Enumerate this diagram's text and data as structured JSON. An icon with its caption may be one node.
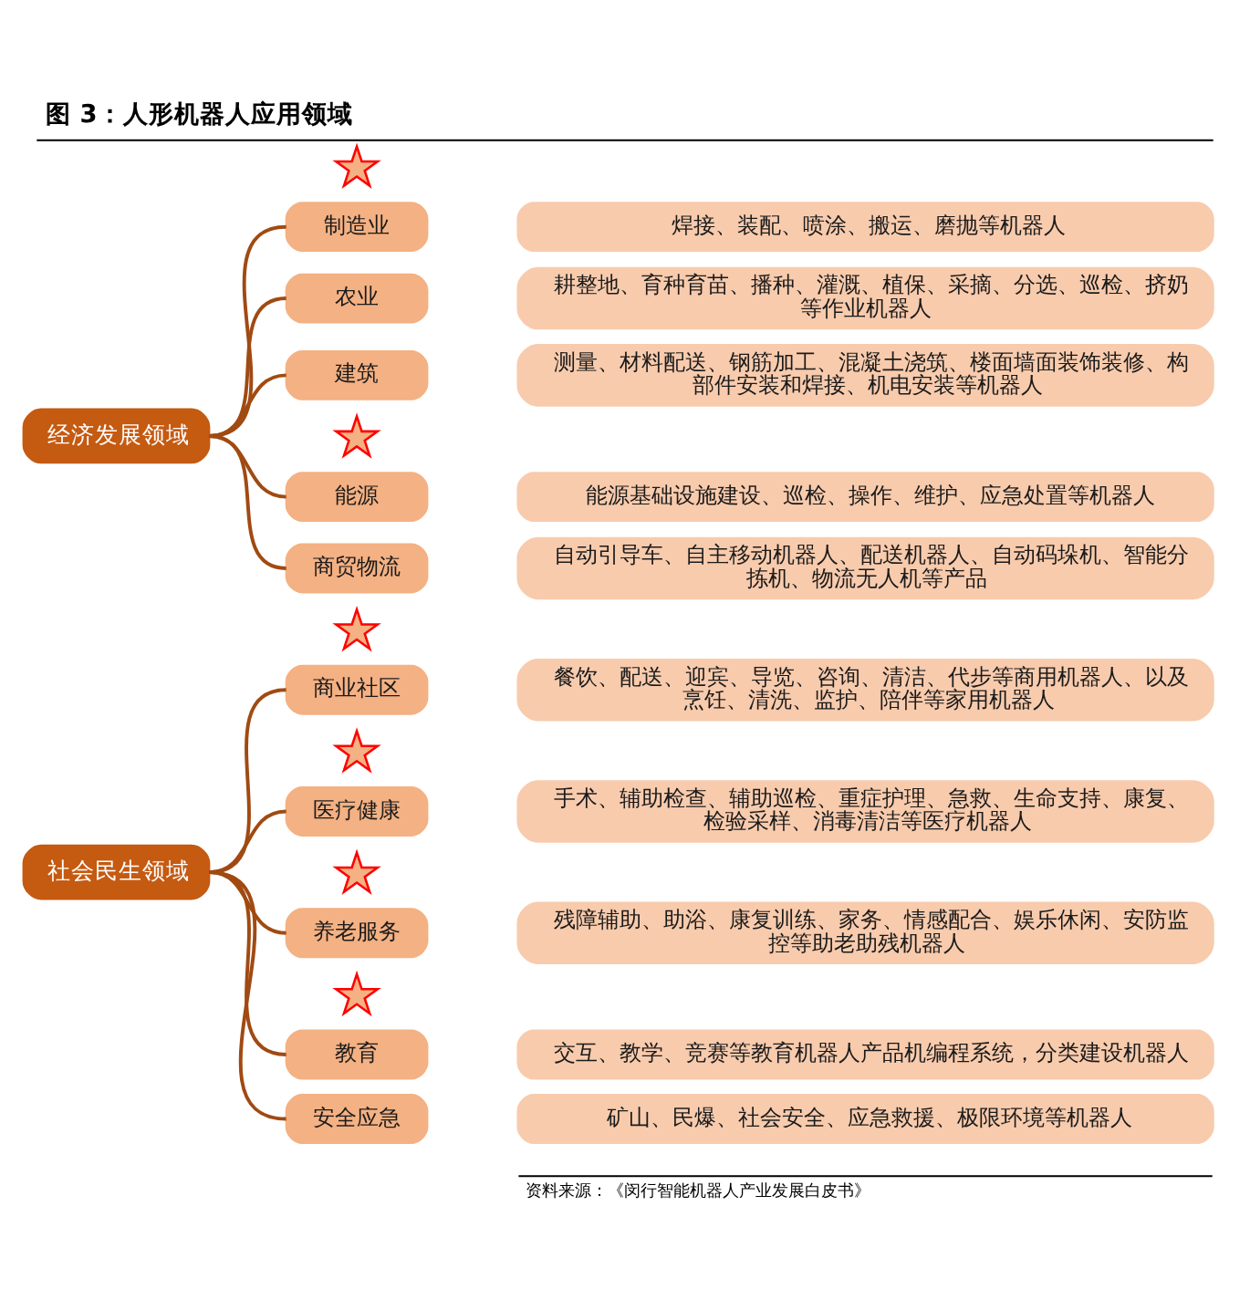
{
  "diagram": {
    "title": "图 3：人形机器人应用领域",
    "nodes": [
      {
        "text": [
          "经济发展领域"
        ]
      },
      {
        "text": [],
        "shape": "star"
      },
      {
        "text": [
          "制造业"
        ]
      },
      {
        "text": [
          "焊接、装配、喷涂、搬运、磨抛等机器人"
        ]
      },
      {
        "text": [
          "农业"
        ]
      },
      {
        "text": [
          "耕整地、育种育苗、播种、灌溉、植保、采摘、分选、巡检、挤奶等作业机器人"
        ]
      },
      {
        "text": [
          "建筑"
        ]
      },
      {
        "text": [
          "测量、材料配送、钢筋加工、混凝土浇筑、楼面墙面装饰装修、构部件安装和焊接、机电安装等机器人"
        ]
      },
      {
        "text": [],
        "shape": "star"
      },
      {
        "text": [
          "能源"
        ]
      },
      {
        "text": [
          "能源基础设施建设、巡检、操作、维护、应急处置等机器人"
        ]
      },
      {
        "text": [
          "商贸物流"
        ]
      },
      {
        "text": [
          "自动引导车、自主移动机器人、配送机器人、自动码垛机、智能分拣机、物流无人机等产品"
        ]
      },
      {
        "text": [
          "社会民生领域"
        ]
      },
      {
        "text": [],
        "shape": "star"
      },
      {
        "text": [
          "商业社区"
        ]
      },
      {
        "text": [
          "餐饮、配送、迎宾、导览、咨询、清洁、代步等商用机器人、以及烹饪、清洗、监护、陪伴等家用机器人"
        ]
      },
      {
        "text": [],
        "shape": "star"
      },
      {
        "text": [
          "医疗健康"
        ]
      },
      {
        "text": [
          "手术、辅助检查、辅助巡检、重症护理、急救、生命支持、康复、检验采样、消毒清洁等医疗机器人"
        ]
      },
      {
        "text": [],
        "shape": "star"
      },
      {
        "text": [
          "养老服务"
        ]
      },
      {
        "text": [
          "残障辅助、助浴、康复训练、家务、情感配合、娱乐休闲、安防监控等助老助残机器人"
        ]
      },
      {
        "text": [],
        "shape": "star"
      },
      {
        "text": [
          "教育"
        ]
      },
      {
        "text": [
          "交互、教学、竞赛等教育机器人产品机编程系统，分类建设机器人"
        ]
      },
      {
        "text": [
          "安全应急"
        ]
      },
      {
        "text": [
          "矿山、民爆、社会安全、应急救援、极限环境等机器人"
        ]
      }
    ],
    "edges": [
      {
        "from": 0,
        "to": 2,
        "arrow": "none"
      },
      {
        "from": 0,
        "to": 4,
        "arrow": "none"
      },
      {
        "from": 0,
        "to": 6,
        "arrow": "none"
      },
      {
        "from": 0,
        "to": 9,
        "arrow": "none"
      },
      {
        "from": 0,
        "to": 11,
        "arrow": "none"
      },
      {
        "from": 13,
        "to": 15,
        "arrow": "none"
      },
      {
        "from": 13,
        "to": 18,
        "arrow": "none"
      },
      {
        "from": 13,
        "to": 21,
        "arrow": "none"
      },
      {
        "from": 13,
        "to": 24,
        "arrow": "none"
      },
      {
        "from": 13,
        "to": 26,
        "arrow": "none"
      }
    ],
    "caption": "资料来源：《闵行智能机器人产业发展白皮书》"
  }
}
